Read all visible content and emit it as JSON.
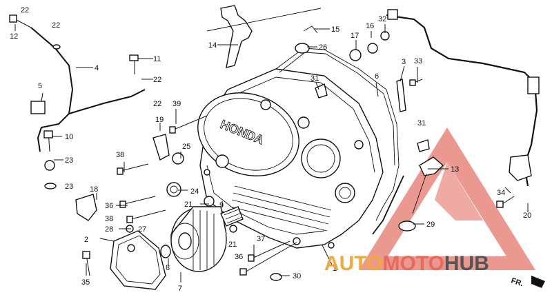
{
  "diagram": {
    "engraving": "HONDA",
    "direction_marker": "FR.",
    "watermark": "AUTOMOTOHUB",
    "callouts": [
      "1",
      "2",
      "3",
      "4",
      "5",
      "6",
      "7",
      "8",
      "9",
      "10",
      "11",
      "12",
      "13",
      "14",
      "15",
      "16",
      "17",
      "18",
      "19",
      "20",
      "21",
      "22",
      "23",
      "24",
      "25",
      "26",
      "27",
      "28",
      "29",
      "30",
      "31",
      "32",
      "33",
      "34",
      "35",
      "36",
      "37",
      "38",
      "39"
    ]
  },
  "colors": {
    "line_art": "#111111",
    "background": "#ffffff",
    "watermark_triangle": "#e8867c",
    "watermark_auto": "#f2a93b",
    "watermark_moto": "#e86a5a",
    "watermark_hub": "#555555"
  }
}
